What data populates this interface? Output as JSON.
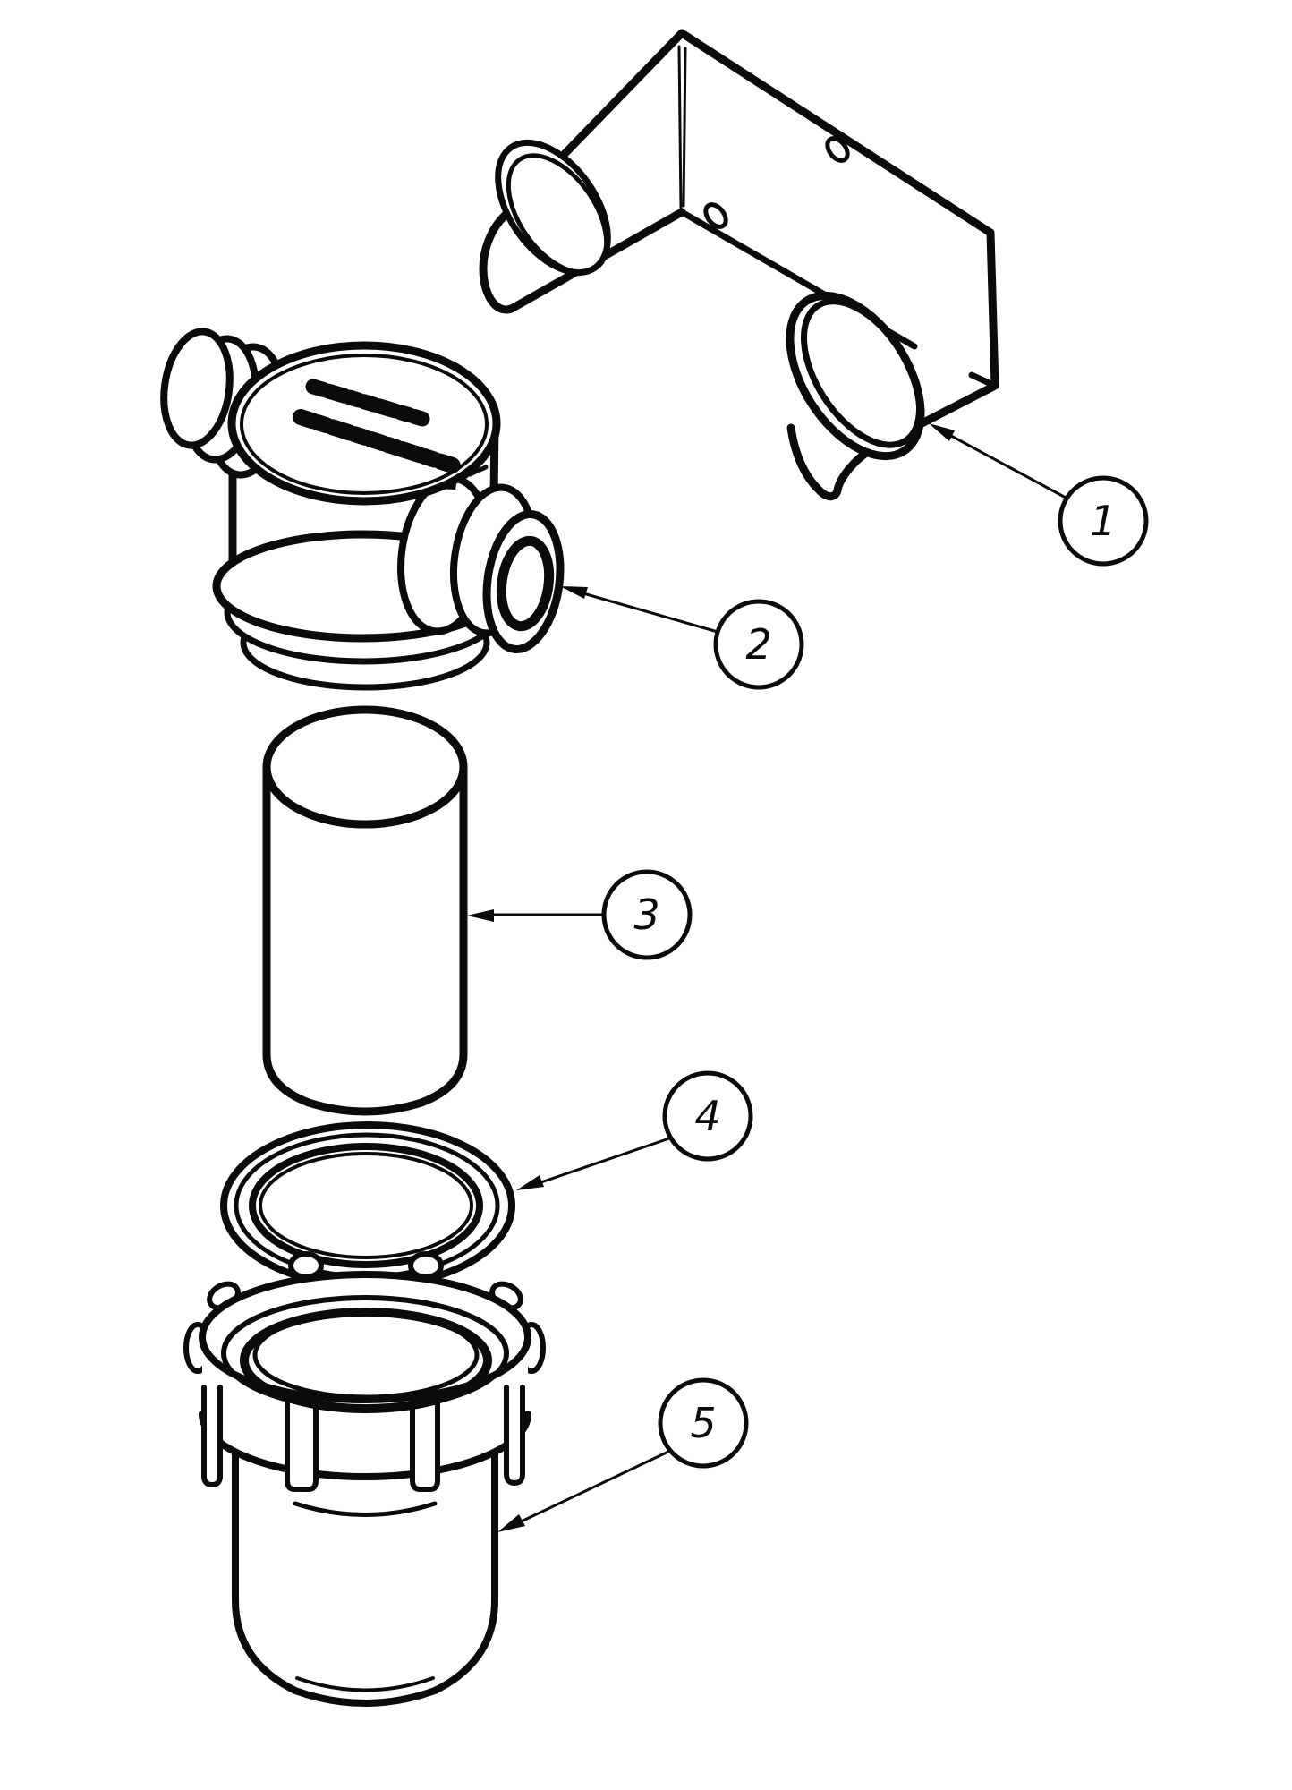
{
  "figure": {
    "kind": "exploded-parts-diagram",
    "background_color": "#ffffff",
    "line_color": "#0b0b0b",
    "parts_shown": 5
  },
  "callouts": [
    {
      "label": "1"
    },
    {
      "label": "2"
    },
    {
      "label": "3"
    },
    {
      "label": "4"
    },
    {
      "label": "5"
    }
  ]
}
